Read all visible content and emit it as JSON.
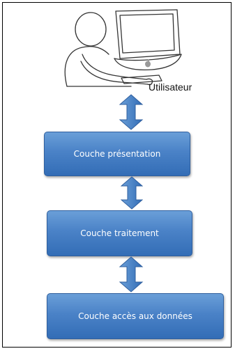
{
  "diagram": {
    "user_label": "Utilisateur",
    "layers": [
      {
        "label": "Couche présentation"
      },
      {
        "label": "Couche traitement"
      },
      {
        "label": "Couche accès aux données"
      }
    ],
    "colors": {
      "box_top": "#6a9fd8",
      "box_bottom": "#336db6",
      "box_border": "#2f5f9e",
      "arrow": "#4a82c7",
      "text": "#ffffff"
    },
    "icons": [
      "user-at-computer-icon",
      "double-arrow-icon"
    ]
  }
}
